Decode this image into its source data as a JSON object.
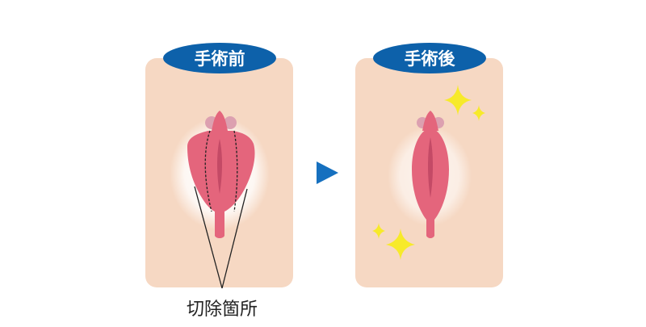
{
  "before": {
    "label": "手術前"
  },
  "after": {
    "label": "手術後"
  },
  "annotation": {
    "label": "切除箇所"
  },
  "colors": {
    "panel": "#f6d8c3",
    "badge": "#0d61aa",
    "tissue": "#e4657c",
    "arrow": "#1670bf",
    "sparkle": "#f7ea2a"
  },
  "icons": {
    "arrow": "triangle-right-icon",
    "sparkle": "sparkle-icon"
  }
}
